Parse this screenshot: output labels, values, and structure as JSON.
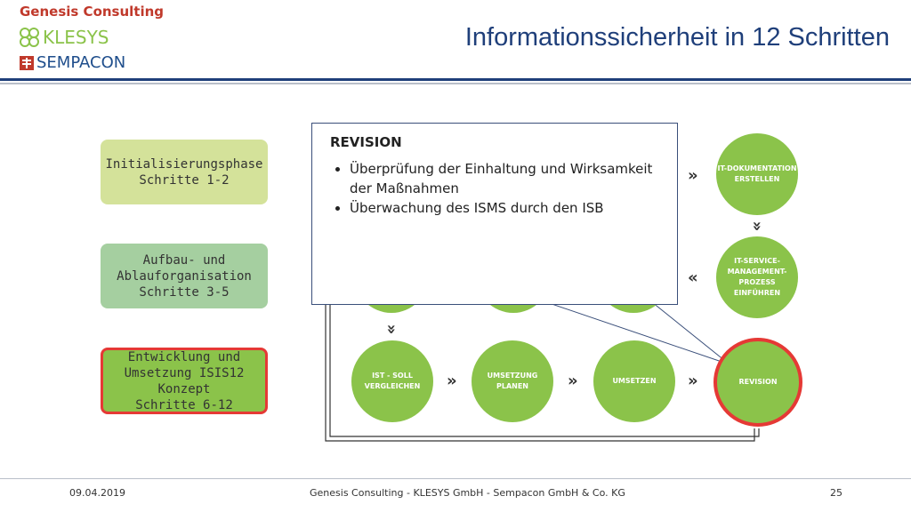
{
  "header": {
    "brand": "Genesis Consulting",
    "logo_klesys": "KLESYS",
    "logo_sempacon": "SEMPACON",
    "title": "Informationssicherheit in 12 Schritten"
  },
  "phases": [
    {
      "label_lines": [
        "Initialisierungsphase",
        "Schritte 1-2"
      ]
    },
    {
      "label_lines": [
        "Aufbau- und",
        "Ablauforganisation",
        "Schritte 3-5"
      ]
    },
    {
      "label_lines": [
        "Entwicklung und",
        "Umsetzung ISIS12",
        "Konzept",
        "Schritte 6-12"
      ]
    }
  ],
  "steps": {
    "it_doku": [
      "IT-DOKUMENTATION",
      "ERSTELLEN"
    ],
    "it_service": [
      "IT-SERVICE-",
      "MANAGEMENT-",
      "PROZESS",
      "EINFÜHREN"
    ],
    "ist_soll": [
      "IST - SOLL",
      "VERGLEICHEN"
    ],
    "umsetzung_planen": "UMSETZUNG PLANEN",
    "umsetzen": "UMSETZEN",
    "revision": "REVISION"
  },
  "arrows": {
    "right": "»",
    "left": "«",
    "down": "»"
  },
  "popup": {
    "title": "REVISION",
    "items": [
      "Überprüfung der Einhaltung und Wirksamkeit der Maßnahmen",
      "Überwachung des ISMS durch den ISB"
    ]
  },
  "footer": {
    "date": "09.04.2019",
    "company": "Genesis Consulting - KLESYS GmbH -  Sempacon GmbH & Co. KG",
    "page": "25"
  },
  "colors": {
    "title_blue": "#1f3f7a",
    "brand_red": "#c0392b",
    "circle_green": "#8bc34a",
    "highlight_red": "#e53935",
    "phase1_bg": "#d4e29a",
    "phase2_bg": "#a5cfa0"
  }
}
